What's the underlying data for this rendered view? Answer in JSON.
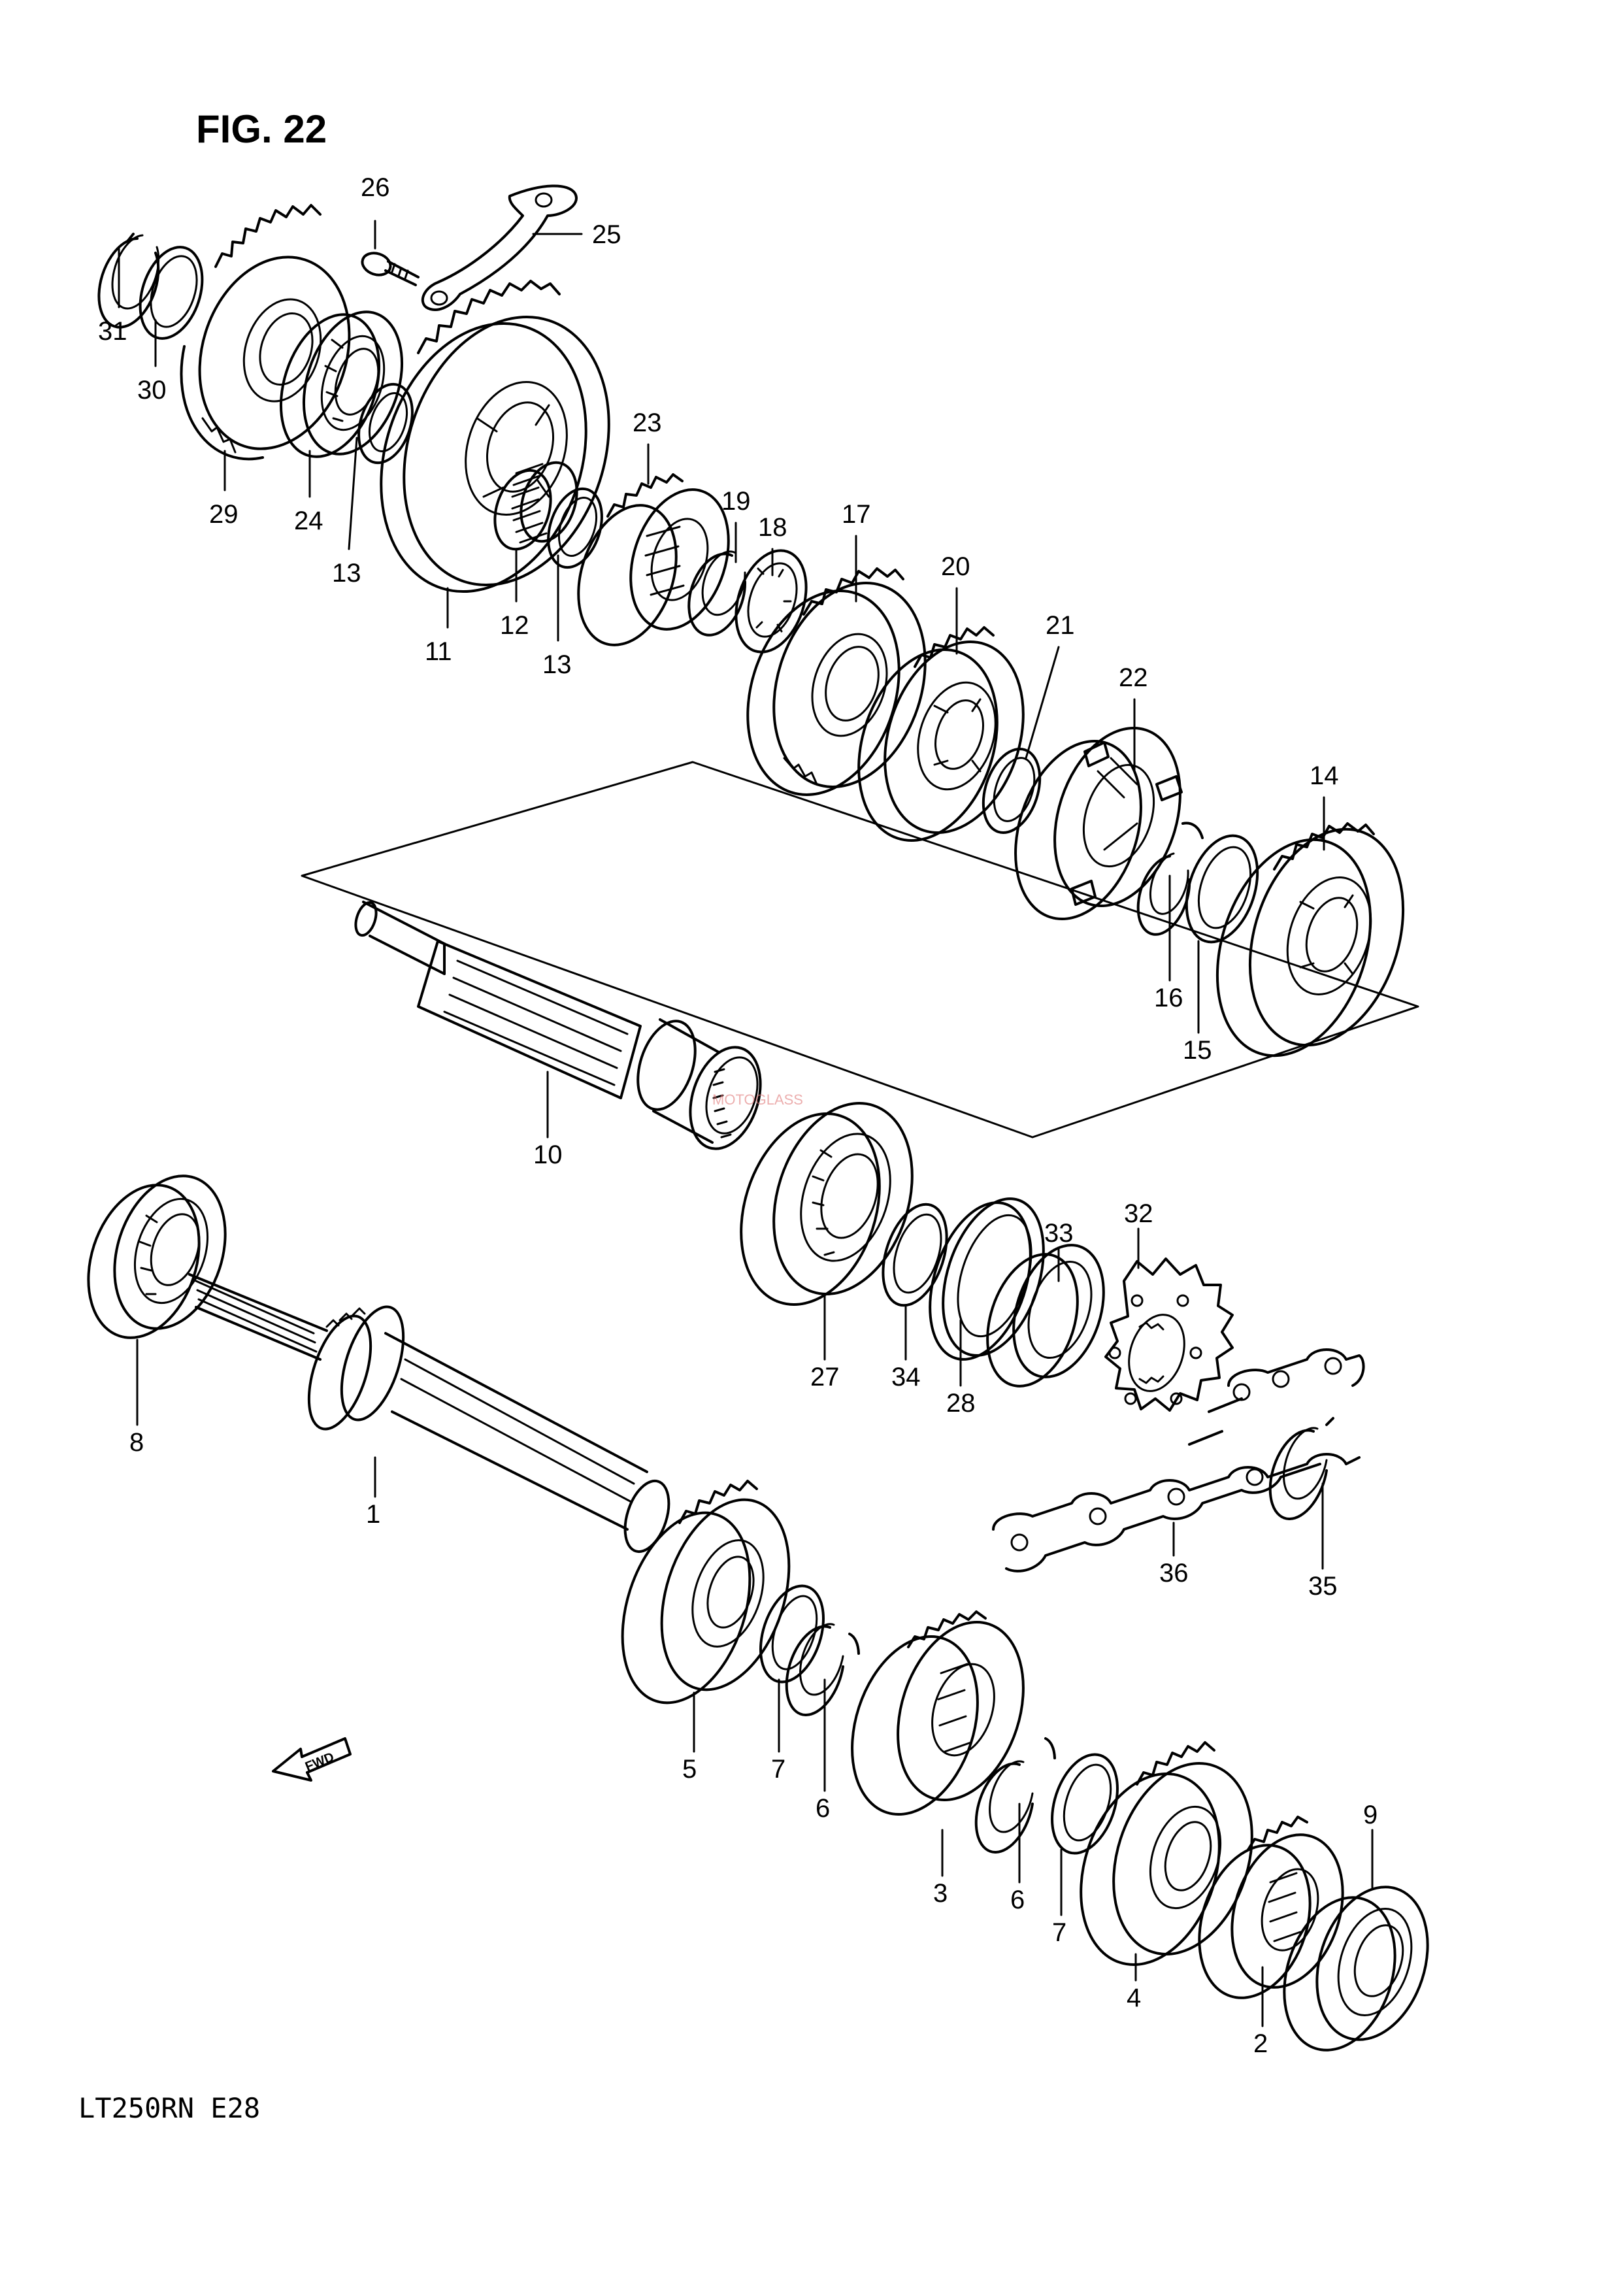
{
  "figure": {
    "title": "FIG. 22",
    "model_code": "LT250RN E28",
    "fwd_arrow_text": "FWD",
    "watermark_text": "MOTOGLASS"
  },
  "callouts": [
    "1",
    "2",
    "3",
    "4",
    "5",
    "6",
    "6",
    "7",
    "7",
    "8",
    "9",
    "10",
    "11",
    "12",
    "13",
    "13",
    "14",
    "15",
    "16",
    "17",
    "18",
    "19",
    "20",
    "21",
    "22",
    "23",
    "24",
    "25",
    "26",
    "27",
    "28",
    "29",
    "30",
    "31",
    "32",
    "33",
    "34",
    "35",
    "36"
  ],
  "parts": {
    "countershaft_group": [
      "31",
      "30",
      "29",
      "24",
      "13",
      "11",
      "12",
      "13",
      "23",
      "19",
      "18",
      "17",
      "20",
      "21",
      "22",
      "16",
      "15",
      "14",
      "10"
    ],
    "driveshaft_group": [
      "8",
      "1",
      "5",
      "7",
      "6",
      "3",
      "6",
      "7",
      "4",
      "2",
      "9",
      "27",
      "34",
      "28",
      "33",
      "32",
      "36",
      "35"
    ],
    "fasteners": [
      "26",
      "25"
    ]
  }
}
